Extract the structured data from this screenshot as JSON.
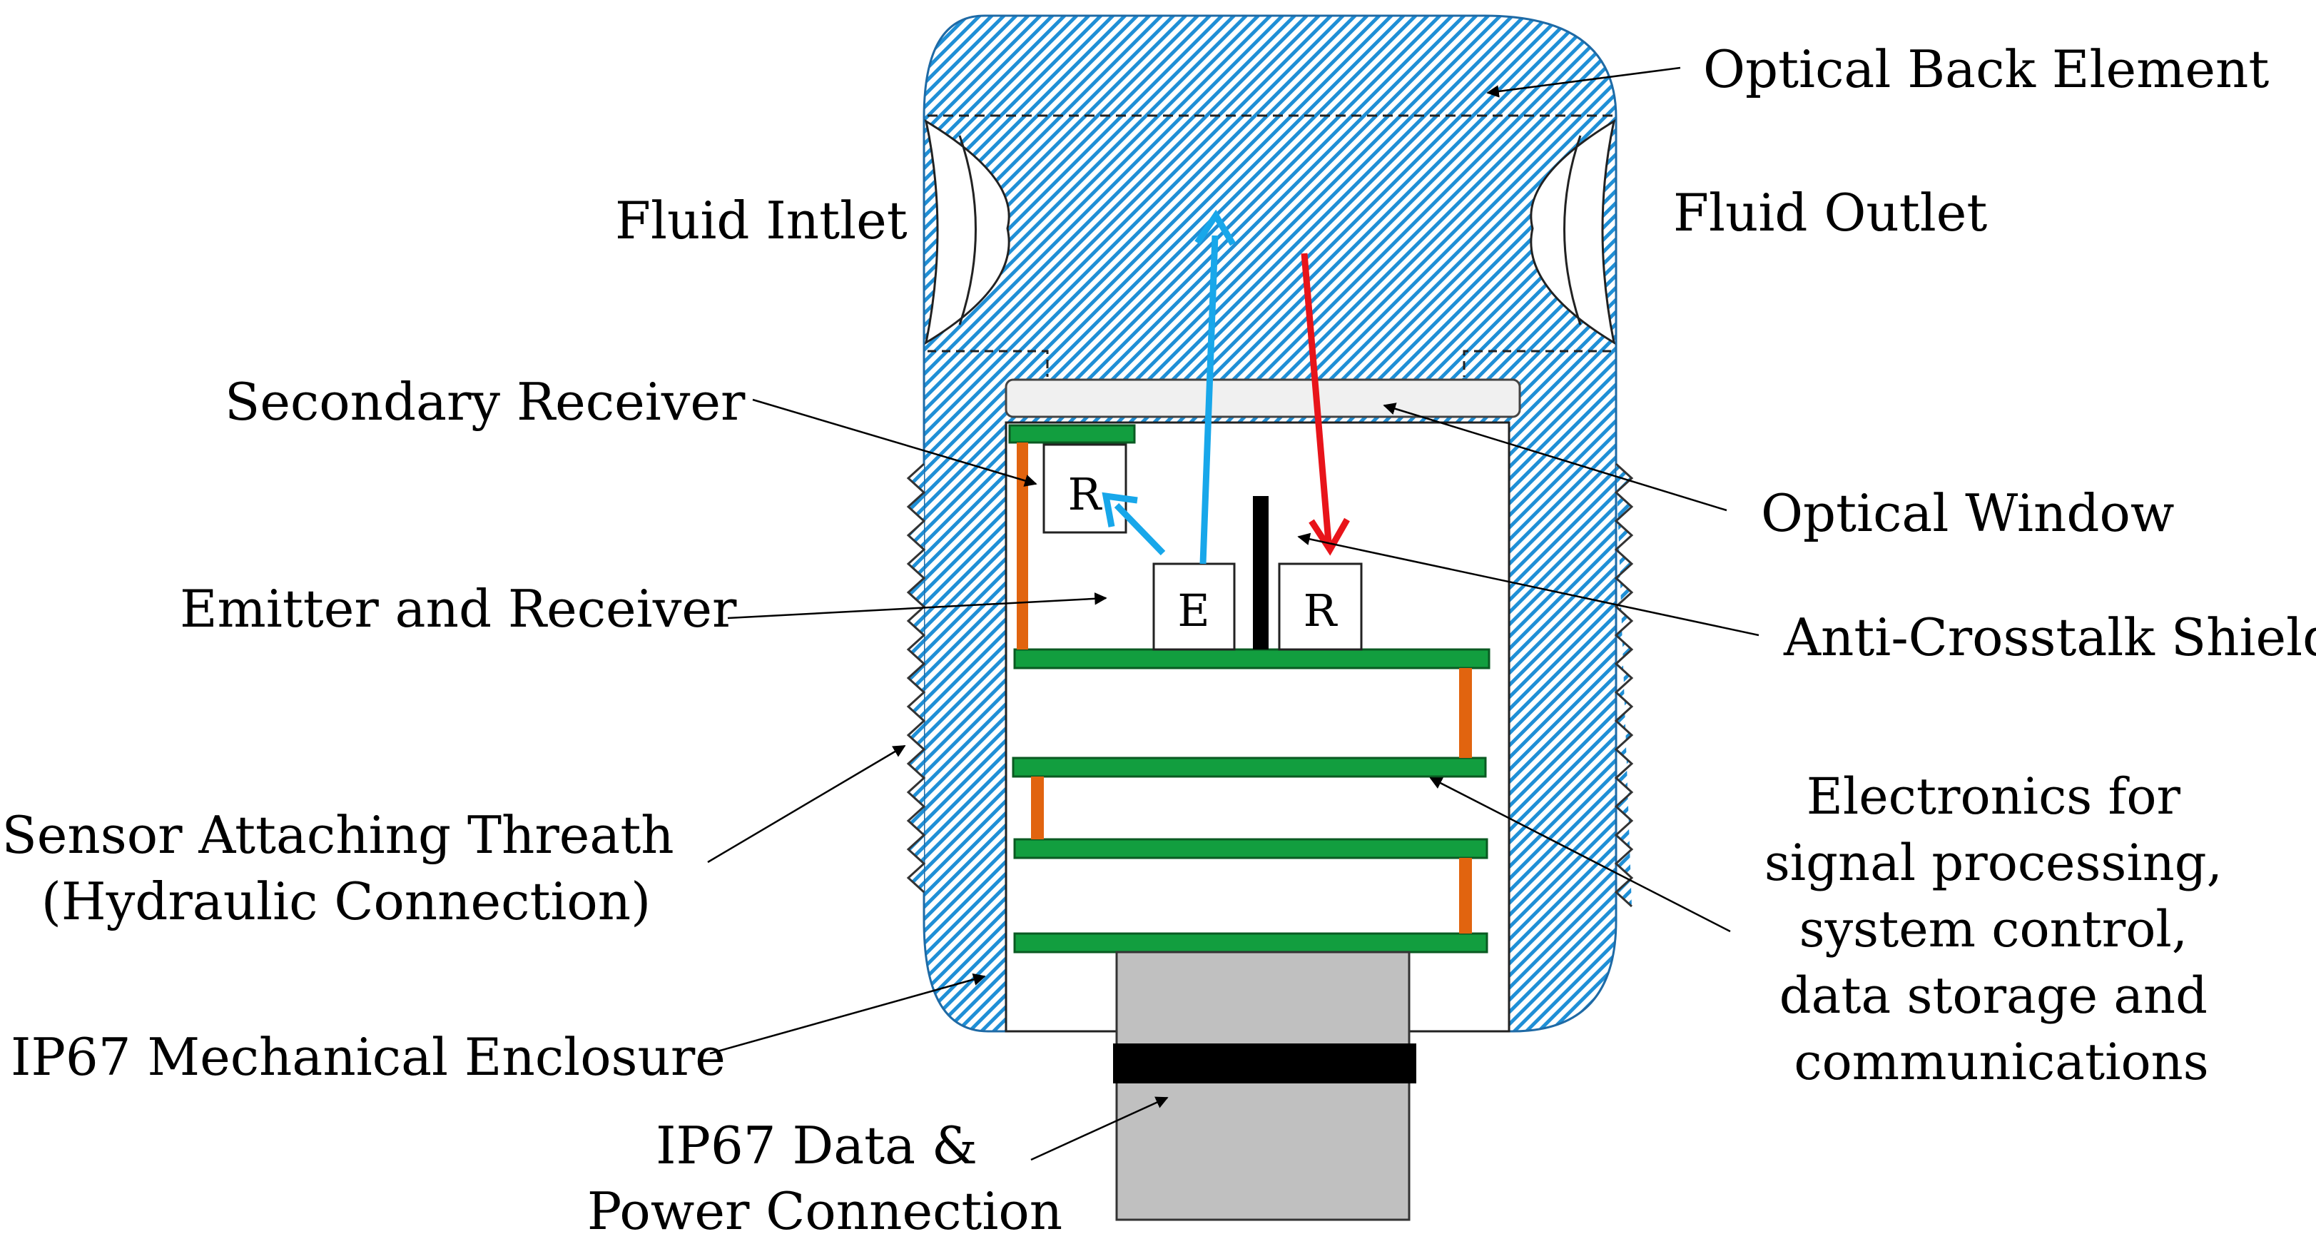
{
  "labels": {
    "optical_back_element": "Optical Back Element",
    "fluid_inlet": "Fluid Intlet",
    "fluid_outlet": "Fluid Outlet",
    "secondary_receiver": "Secondary Receiver",
    "optical_window": "Optical Window",
    "emitter_and_receiver": "Emitter and Receiver",
    "anti_crosstalk_shield": "Anti-Crosstalk Shield",
    "electronics": [
      "Electronics for",
      "signal processing,",
      "system control,",
      "data storage and",
      "communications"
    ],
    "sensor_thread": [
      "Sensor Attaching Threath",
      "(Hydraulic Connection)"
    ],
    "enclosure": "IP67 Mechanical Enclosure",
    "connection": [
      "IP67 Data &",
      "Power Connection"
    ]
  },
  "components": {
    "emitter_letter": "E",
    "receiver_letter": "R",
    "secondary_receiver_letter": "R"
  },
  "colors": {
    "housing_hatch": "#1f8fd6",
    "emitted_ray": "#18a7ea",
    "returned_ray": "#e8141a",
    "pcb": "#129e3f",
    "spacer": "#e1640f",
    "connector": "#c0c0c0",
    "window": "#f0f0f0"
  }
}
